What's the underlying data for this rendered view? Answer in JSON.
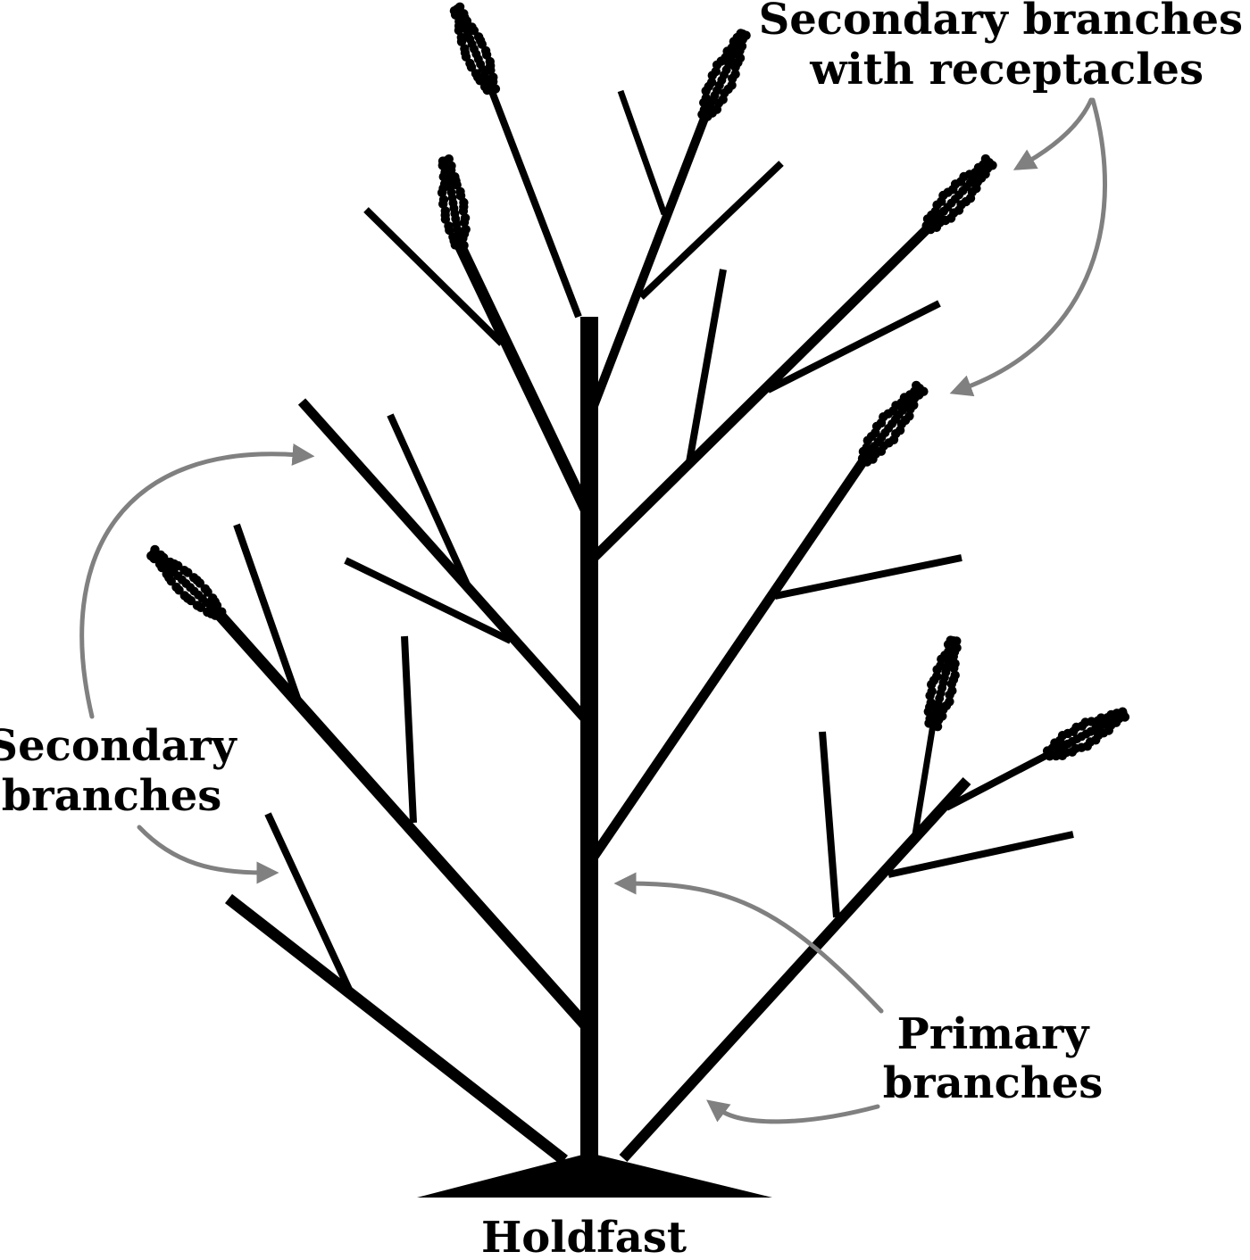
{
  "labels": {
    "top_right_line1": "Secondary branches",
    "top_right_line2": "with receptacles",
    "left_line1": "Secondary",
    "left_line2": "branches",
    "right_line1": "Primary",
    "right_line2": "branches",
    "bottom": "Holdfast"
  },
  "colors": {
    "plant": "#000000",
    "arrows": "#808080",
    "background": "#ffffff"
  }
}
